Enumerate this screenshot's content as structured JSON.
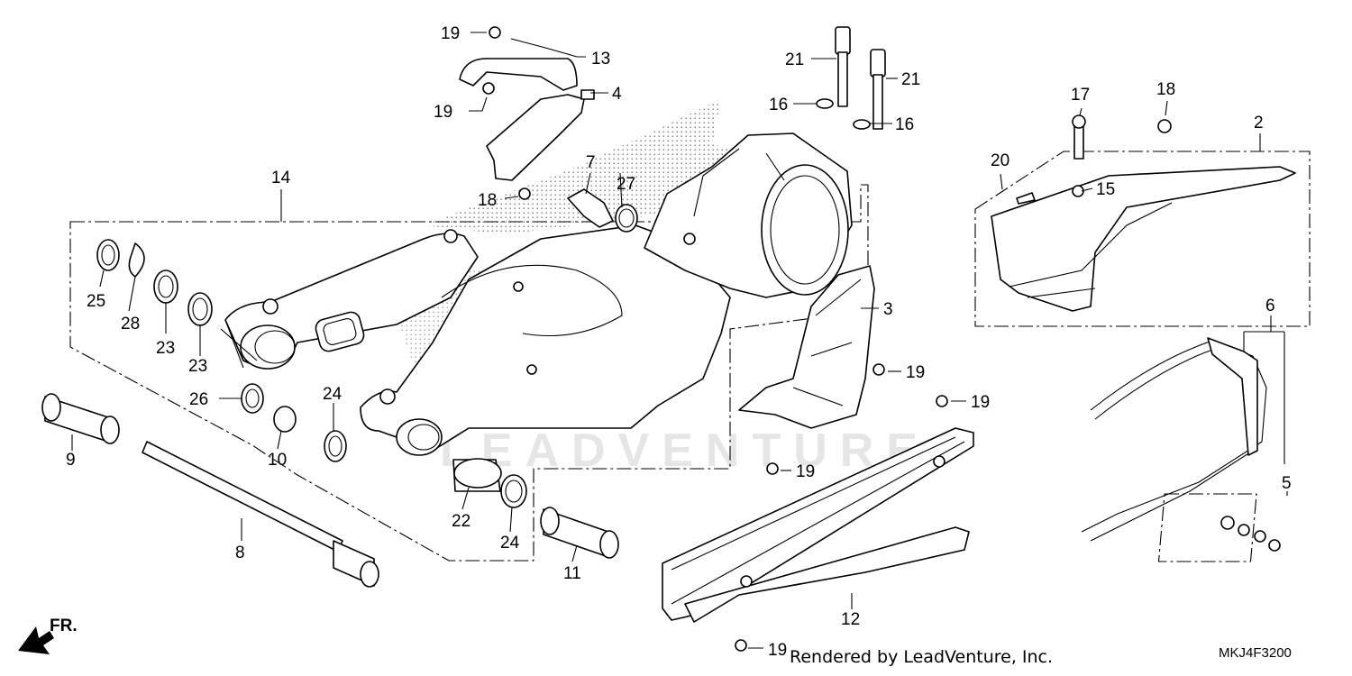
{
  "watermark": "LEADVENTURE",
  "footer": {
    "rendered_by": "Rendered by LeadVenture, Inc.",
    "diagram_code": "MKJ4F3200"
  },
  "direction_label": "FR.",
  "callouts": {
    "c1": "19",
    "c2": "13",
    "c3": "4",
    "c4": "19",
    "c5": "7",
    "c6": "27",
    "c7": "18",
    "c8": "21",
    "c9": "21",
    "c10": "16",
    "c11": "16",
    "c12": "14",
    "c13": "25",
    "c14": "28",
    "c15": "23",
    "c16": "23",
    "c17": "26",
    "c18": "24",
    "c19": "10",
    "c20": "9",
    "c21": "8",
    "c22": "22",
    "c23": "24",
    "c24": "11",
    "c25": "3",
    "c26": "19",
    "c27": "19",
    "c28": "19",
    "c29": "12",
    "c30": "19",
    "c31": "17",
    "c32": "18",
    "c33": "2",
    "c34": "20",
    "c35": "15",
    "c36": "6",
    "c37": "5"
  }
}
